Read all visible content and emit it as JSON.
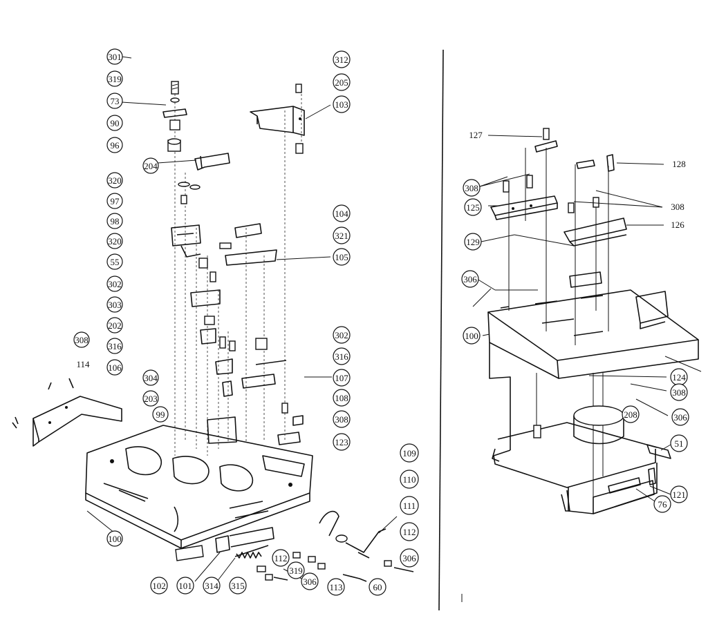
{
  "left_labels": [
    "301",
    "319",
    "73",
    "90",
    "96",
    "204",
    "320",
    "97",
    "98",
    "320",
    "55",
    "302",
    "303",
    "202",
    "316",
    "106",
    "308",
    "114",
    "304",
    "203",
    "99",
    "100"
  ],
  "right_labels": [
    "312",
    "205",
    "103",
    "104",
    "321",
    "105",
    "302",
    "316",
    "107",
    "108",
    "308",
    "123"
  ],
  "bottom_labels": [
    "109",
    "110",
    "111",
    "112",
    "306",
    "112",
    "319",
    "306",
    "113",
    "60",
    "102",
    "101",
    "314",
    "315"
  ],
  "assembly_labels": [
    "127",
    "128",
    "308",
    "308",
    "125",
    "126",
    "129",
    "306",
    "100",
    "124",
    "308",
    "306",
    "208",
    "51",
    "121",
    "76"
  ]
}
